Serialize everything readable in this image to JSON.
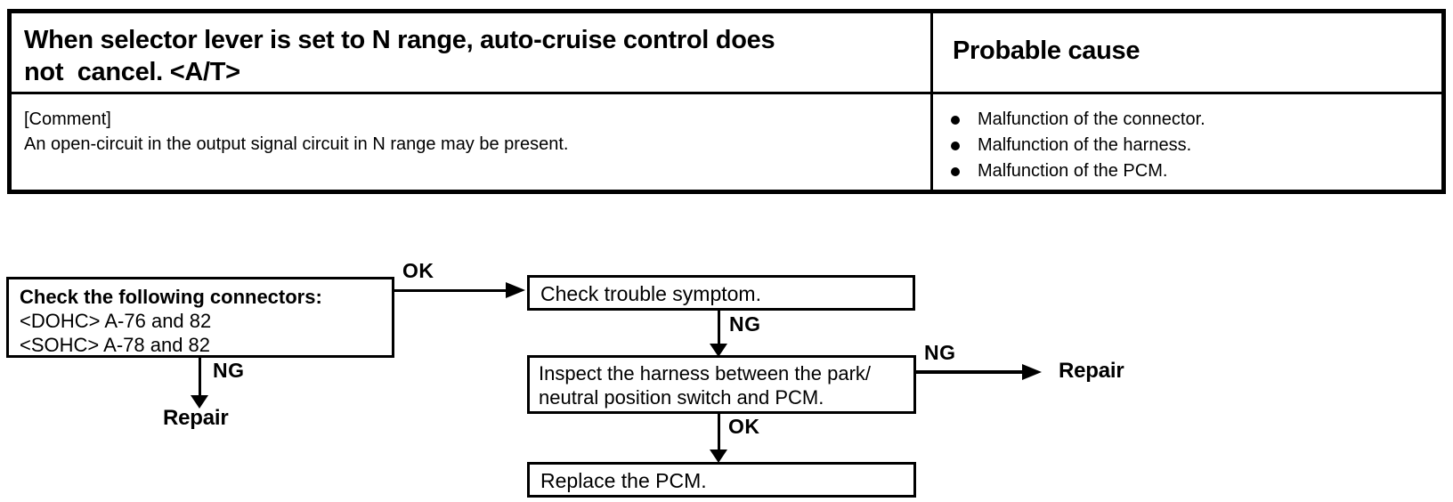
{
  "table": {
    "header": {
      "symptom_line1": "When selector lever is set to N range, auto-cruise control does",
      "symptom_line2": "not  cancel. <A/T>",
      "probable_cause": "Probable cause"
    },
    "comment": {
      "label": "[Comment]",
      "text": "An open-circuit in the output signal circuit in N range may be present."
    },
    "causes": [
      "Malfunction of the connector.",
      "Malfunction of the harness.",
      "Malfunction of the PCM."
    ]
  },
  "flowchart": {
    "step1": {
      "title": "Check the following connectors:",
      "line2": "<DOHC> A-76 and 82",
      "line3": "<SOHC> A-78 and 82"
    },
    "step2": {
      "text": "Check trouble symptom."
    },
    "step3": {
      "line1": "Inspect the harness between the park/",
      "line2": "neutral position switch and PCM."
    },
    "step4": {
      "text": "Replace the PCM."
    },
    "edge_ok_1": "OK",
    "edge_ng_1": "NG",
    "edge_ng_2": "NG",
    "edge_ng_3": "NG",
    "edge_ok_2": "OK",
    "repair_left": "Repair",
    "repair_right": "Repair"
  },
  "colors": {
    "ink": "#000000",
    "paper": "#ffffff"
  }
}
